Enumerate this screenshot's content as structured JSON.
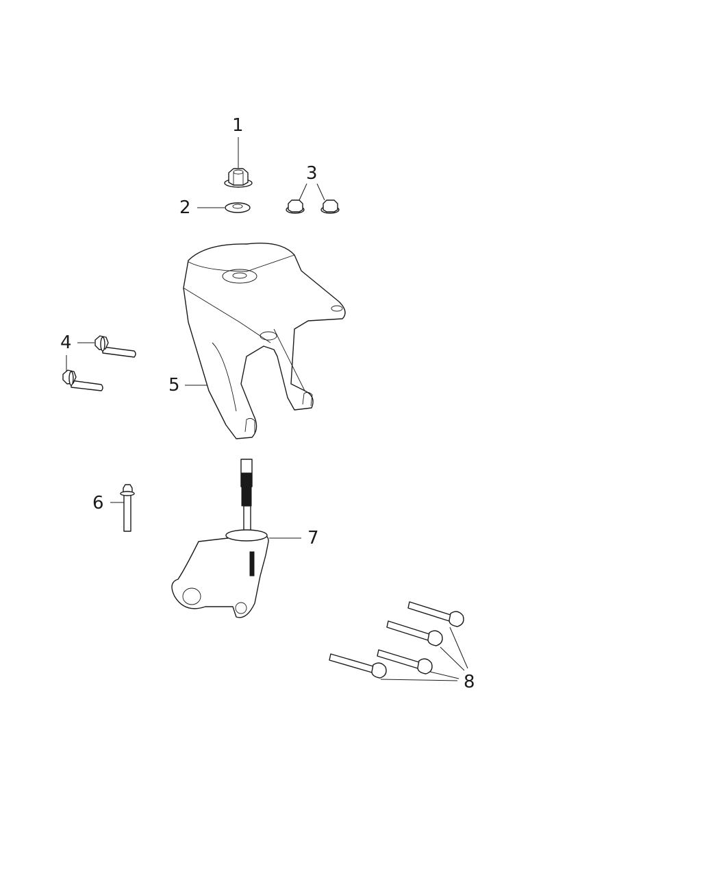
{
  "diagram": {
    "type": "exploded parts illustration",
    "background": "#ffffff",
    "line_color": "#1a1a1a",
    "callouts": [
      {
        "number": "1",
        "part": "flange-nut",
        "quantity_drawn": 1
      },
      {
        "number": "2",
        "part": "washer",
        "quantity_drawn": 1
      },
      {
        "number": "3",
        "part": "flange-nut-small",
        "quantity_drawn": 2
      },
      {
        "number": "4",
        "part": "flange-bolt-short",
        "quantity_drawn": 2
      },
      {
        "number": "5",
        "part": "mount-bracket",
        "quantity_drawn": 1
      },
      {
        "number": "6",
        "part": "flange-bolt-long",
        "quantity_drawn": 1
      },
      {
        "number": "7",
        "part": "mount-insulator-with-stud",
        "quantity_drawn": 1
      },
      {
        "number": "8",
        "part": "flange-bolt-long-set",
        "quantity_drawn": 4
      }
    ]
  }
}
